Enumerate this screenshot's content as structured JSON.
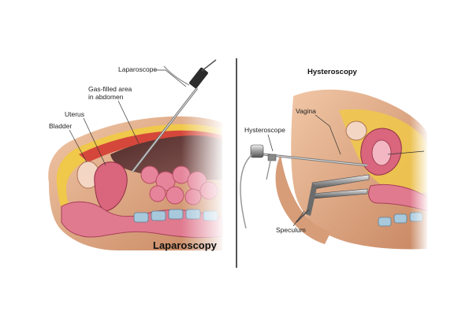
{
  "left_panel": {
    "title": "Laparoscopy",
    "labels": {
      "laparoscope": "Laparoscope",
      "gas_area_line1": "Gas-filled area",
      "gas_area_line2": "in abdomen",
      "uterus": "Uterus",
      "bladder": "Bladder"
    }
  },
  "right_panel": {
    "title": "Hysteroscopy",
    "labels": {
      "vagina": "Vagina",
      "hysteroscope": "Hysteroscope",
      "speculum": "Speculum"
    }
  },
  "colors": {
    "skin": "#e9b592",
    "skin_dark": "#b07552",
    "fat": "#f0c84a",
    "muscle": "#d5473a",
    "organ_pink": "#e5849a",
    "organ_dark": "#b94b63",
    "cavity": "#6c3e3b",
    "divider": "#555555"
  }
}
